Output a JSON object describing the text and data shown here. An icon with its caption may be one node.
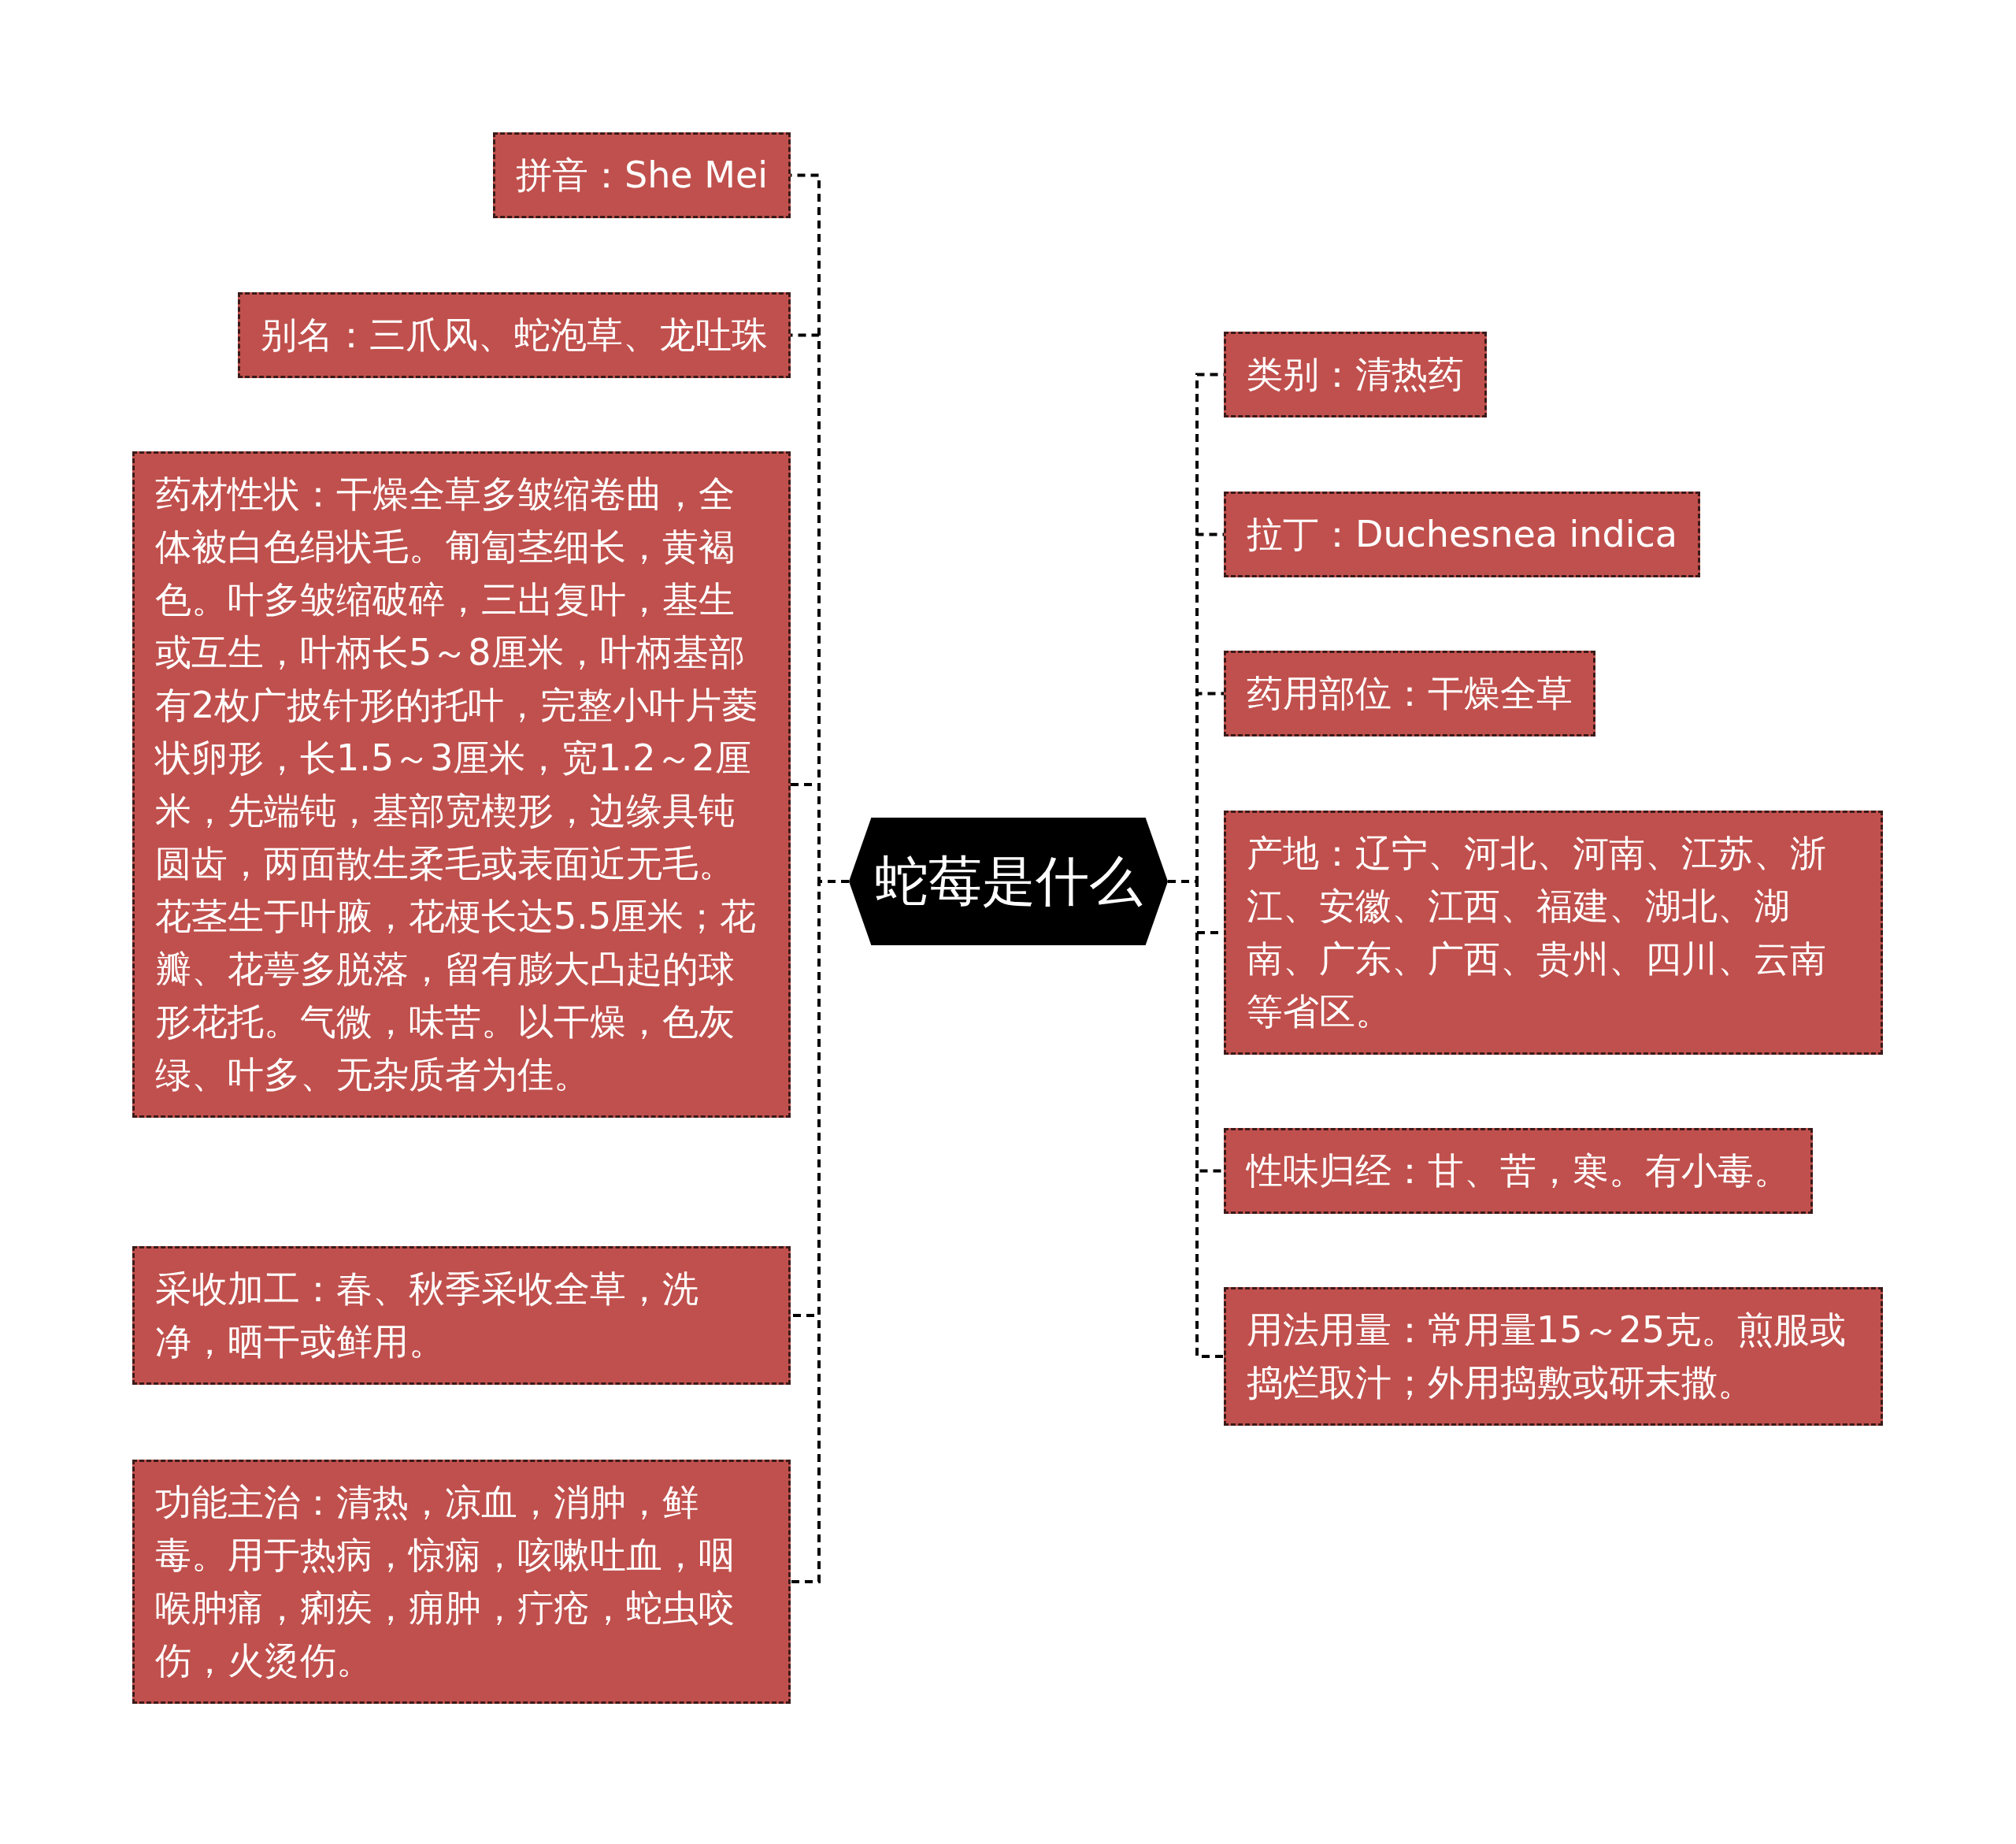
{
  "diagram": {
    "nodes": [
      {
        "text": [
          "蛇莓是什么"
        ]
      },
      {
        "text": [
          "拼音：She Mei"
        ]
      },
      {
        "text": [
          "别名：三爪风、蛇泡草、龙吐珠"
        ]
      },
      {
        "text": [
          "药材性状：干燥全草多皱缩卷曲，全体被白色绢状毛。匍匐茎细长，黄褐色。叶多皱缩破碎，三出复叶，基生或互生，叶柄长5～8厘米，叶柄基部有2枚广披针形的托叶，完整小叶片菱状卵形，长1.5～3厘米，宽1.2～2厘米，先端钝，基部宽楔形，边缘具钝圆齿，两面散生柔毛或表面近无毛。花茎生于叶腋，花梗长达5.5厘米；花瓣、花萼多脱落，留有膨大凸起的球形花托。气微，味苦。以干燥，色灰绿、叶多、无杂质者为佳。"
        ]
      },
      {
        "text": [
          "采收加工：春、秋季采收全草，洗净，晒干或鲜用。"
        ]
      },
      {
        "text": [
          "功能主治：清热，凉血，消肿，鲜毒。用于热病，惊痫，咳嗽吐血，咽喉肿痛，痢疾，痈肿，疔疮，蛇虫咬伤，火烫伤。"
        ]
      },
      {
        "text": [
          "类别：清热药"
        ]
      },
      {
        "text": [
          "拉丁：Duchesnea indica"
        ]
      },
      {
        "text": [
          "药用部位：干燥全草"
        ]
      },
      {
        "text": [
          "产地：辽宁、河北、河南、江苏、浙江、安徽、江西、福建、湖北、湖南、广东、广西、贵州、四川、云南等省区。"
        ]
      },
      {
        "text": [
          "性味归经：甘、苦，寒。有小毒。"
        ]
      },
      {
        "text": [
          "用法用量：常用量15～25克。煎服或捣烂取汁；外用捣敷或研末撒。"
        ]
      }
    ],
    "edges": [
      {
        "from": 0,
        "to": 1,
        "arrow": "none"
      },
      {
        "from": 0,
        "to": 2,
        "arrow": "none"
      },
      {
        "from": 0,
        "to": 3,
        "arrow": "none"
      },
      {
        "from": 0,
        "to": 4,
        "arrow": "none"
      },
      {
        "from": 0,
        "to": 5,
        "arrow": "none"
      },
      {
        "from": 0,
        "to": 6,
        "arrow": "none"
      },
      {
        "from": 0,
        "to": 7,
        "arrow": "none"
      },
      {
        "from": 0,
        "to": 8,
        "arrow": "none"
      },
      {
        "from": 0,
        "to": 9,
        "arrow": "none"
      },
      {
        "from": 0,
        "to": 10,
        "arrow": "none"
      },
      {
        "from": 0,
        "to": 11,
        "arrow": "none"
      }
    ]
  }
}
